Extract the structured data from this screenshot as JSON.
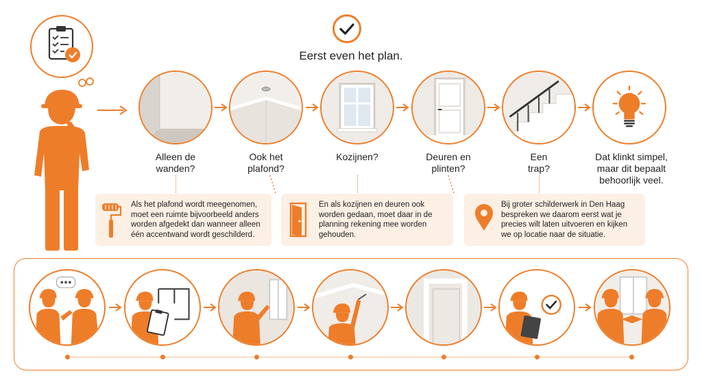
{
  "header": {
    "title": "Eerst even het plan."
  },
  "questions": [
    {
      "text": "Alleen de\nwanden?"
    },
    {
      "text": "Ook het\nplafond?"
    },
    {
      "text": "Kozijnen?"
    },
    {
      "text": "Deuren en\nplinten?"
    },
    {
      "text": "Een\ntrap?"
    },
    {
      "text": "Dat klinkt simpel,\nmaar dit bepaalt\nbehoorlijk veel."
    }
  ],
  "notes": [
    {
      "icon": "paint-roller-icon",
      "text": "Als het plafond wordt meegenomen,\nmoet een ruimte bijvoorbeeld anders\nworden afgedekt dan wanneer alleen\néén accentwand wordt geschilderd."
    },
    {
      "icon": "door-icon",
      "text": "En als kozijnen en deuren ook\nworden gedaan, moet daar in de\nplanning rekening mee worden\ngehouden."
    },
    {
      "icon": "location-pin-icon",
      "text": "Bij groter schilderwerk in Den Haag\nbespreken we daarom eerst wat je\nprecies wilt laten uitvoeren en kijken\nwe op locatie naar de situatie."
    }
  ],
  "colors": {
    "accent": "#ee7d2a",
    "note_bg": "#fcefe4",
    "text": "#222222"
  }
}
